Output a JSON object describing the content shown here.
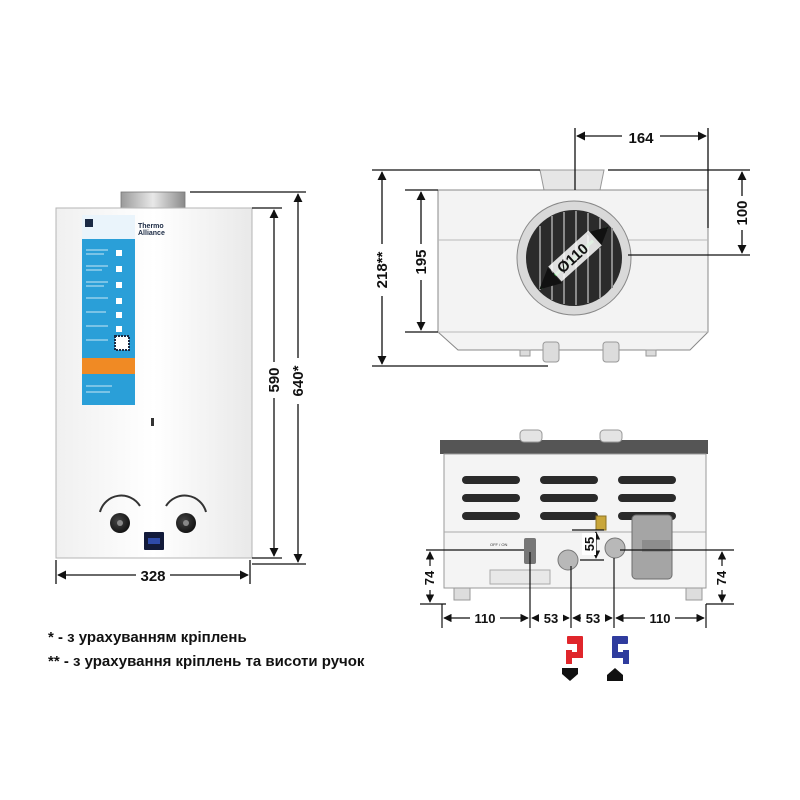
{
  "front": {
    "brand": "Thermo Alliance",
    "width_label": "328",
    "height_label": "590",
    "height_total_label": "640*"
  },
  "top": {
    "width_label": "164",
    "depth_label": "100",
    "height_label": "195",
    "height_total_label": "218**",
    "flue_label": "Ø110"
  },
  "bottom": {
    "offon_label": "OFF / ON",
    "left_label": "110",
    "mid_left_label": "53",
    "mid_right_label": "53",
    "right_label": "110",
    "left_height_label": "74",
    "right_height_label": "74",
    "pipe_height_label": "55"
  },
  "notes": [
    "* - з урахуванням кріплень",
    "** - з урахування кріплень та висоти ручок"
  ],
  "colors": {
    "hot": "#e0262b",
    "cold": "#2f3c9e",
    "sticker": "#2a9fd8",
    "flue_dim": "#3aa345"
  },
  "icons": [
    "hot-tap-icon",
    "cold-tap-icon",
    "outlet-arrow-icon",
    "inlet-arrow-icon"
  ]
}
